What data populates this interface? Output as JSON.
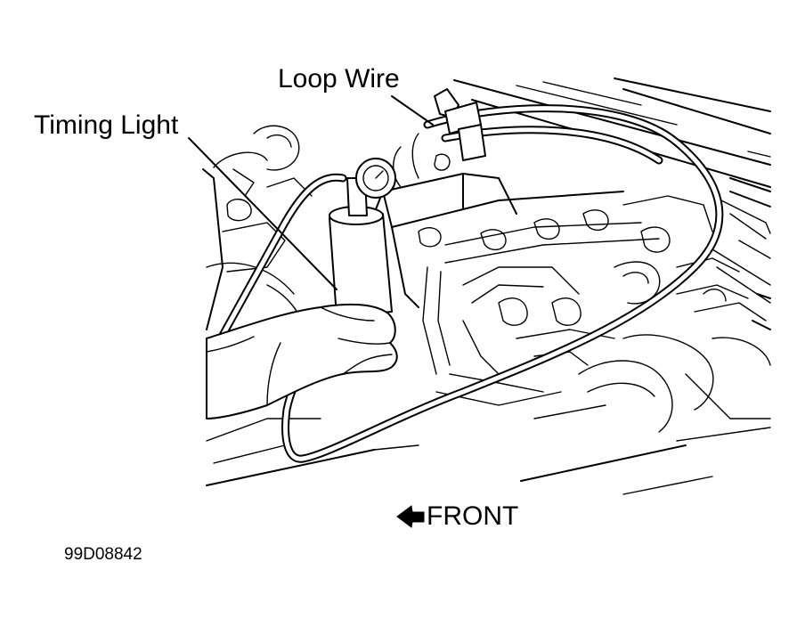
{
  "labels": {
    "timing_light": "Timing Light",
    "loop_wire": "Loop Wire",
    "front": "FRONT",
    "figure_code": "99D08842"
  },
  "icons": {
    "front_arrow": "arrow-left-icon"
  },
  "colors": {
    "line": "#000000",
    "background": "#ffffff"
  }
}
